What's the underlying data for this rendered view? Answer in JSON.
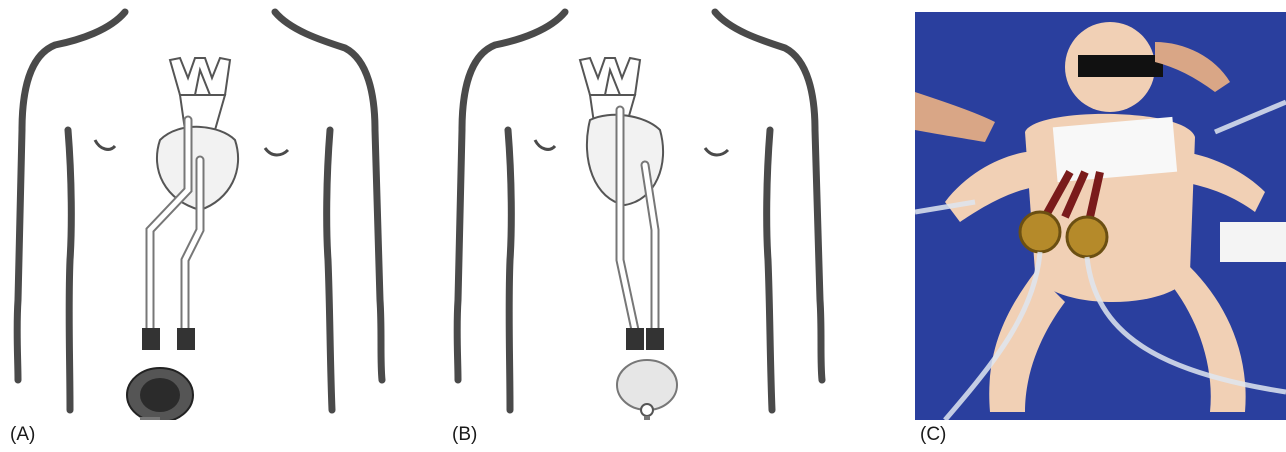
{
  "figure": {
    "panels": [
      {
        "label": "(A)"
      },
      {
        "label": "(B)"
      },
      {
        "label": "(C)"
      }
    ]
  },
  "colors": {
    "outline": "#4a4a4a",
    "pump_dark": "#2b2b2b",
    "pump_light": "#e6e6e6",
    "drape_blue": "#2a3f9e",
    "skin": "#f1d0b5",
    "gold": "#b58a2a"
  }
}
